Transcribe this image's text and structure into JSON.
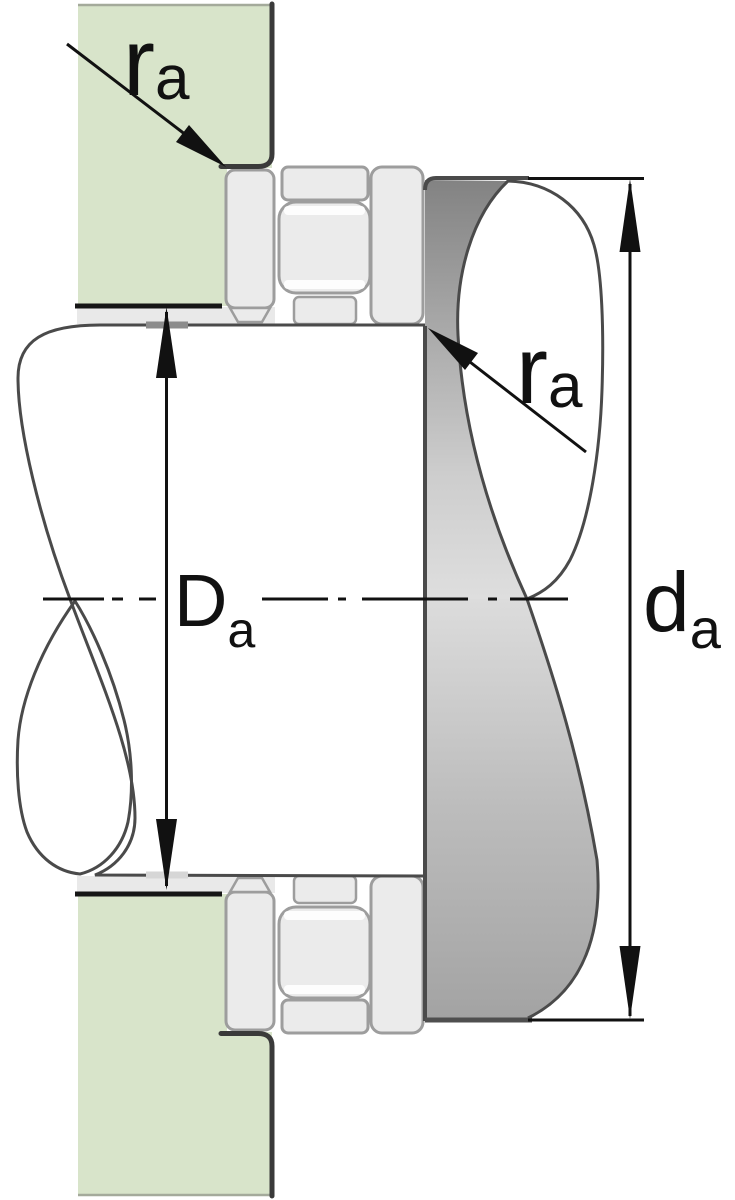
{
  "diagram": {
    "kind": "bearing-mounting-cross-section",
    "labels": {
      "housing_fillet": {
        "main": "r",
        "sub": "a"
      },
      "shaft_fillet": {
        "main": "r",
        "sub": "a"
      },
      "housing_diameter": {
        "main": "D",
        "sub": "a"
      },
      "shaft_diameter": {
        "main": "d",
        "sub": "a"
      }
    },
    "colors": {
      "background": "#ffffff",
      "housing_green": "#d8e4ca",
      "bearing_fill": "#ebebeb",
      "bearing_outline": "#9d9d9d",
      "steel_dark": "#878787",
      "steel_light": "#f2f2f2",
      "heavy_outline": "#3a3a3a",
      "dimension_ink": "#111111"
    }
  }
}
